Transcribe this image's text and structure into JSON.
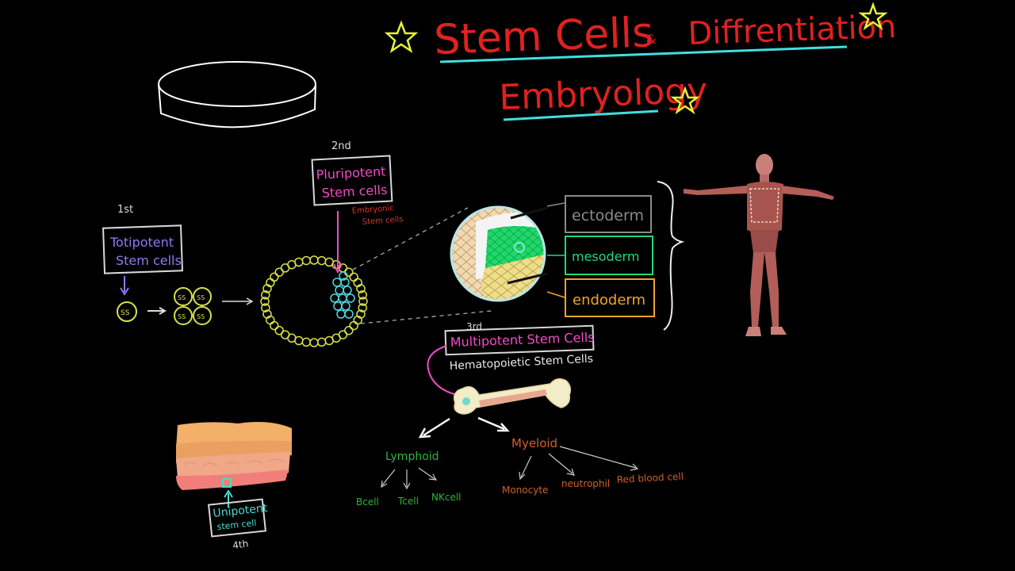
{
  "title": {
    "main": "Stem Cells",
    "amp": "&",
    "rest": "Diffrentiation",
    "sub": "Embryology"
  },
  "colors": {
    "title_red": "#e0211f",
    "underline_cyan": "#3fe0df",
    "star_yellow": "#e8f23a",
    "totipotent": "#8b7cf0",
    "pluripotent": "#f24cc6",
    "embryonic_red": "#d9332b",
    "ectoderm": "#8a8a8a",
    "mesoderm": "#1fd97a",
    "endoderm": "#f2a42a",
    "lymphoid_green": "#2db53a",
    "myeloid_orange": "#d0602a",
    "unipotent_cyan": "#49d9d0",
    "cell_yellow": "#d6e04a"
  },
  "stages": {
    "first": {
      "ordinal": "1st",
      "label_line1": "Totipotent",
      "label_line2": "Stem cells",
      "cell": "SS"
    },
    "second": {
      "ordinal": "2nd",
      "label_line1": "Pluripotent",
      "label_line2": "Stem cells",
      "note_line1": "Embryonic",
      "note_line2": "Stem cells"
    },
    "third": {
      "ordinal": "3rd",
      "label": "Multipotent Stem Cells",
      "note": "Hematopoietic Stem Cells"
    },
    "fourth": {
      "ordinal": "4th",
      "label_line1": "Unipotent",
      "label_line2": "stem cell"
    }
  },
  "germ_layers": [
    "ectoderm",
    "mesoderm",
    "endoderm"
  ],
  "lineages": {
    "lymphoid": {
      "label": "Lymphoid",
      "children": [
        "Bcell",
        "Tcell",
        "NKcell"
      ]
    },
    "myeloid": {
      "label": "Myeloid",
      "children": [
        "Monocyte",
        "neutrophil",
        "Red blood cell"
      ]
    }
  },
  "icons": [
    "star-icon",
    "petri-dish-icon",
    "human-body-icon",
    "bone-icon",
    "skin-tissue-icon",
    "blastocyst-icon",
    "gastrula-icon"
  ]
}
